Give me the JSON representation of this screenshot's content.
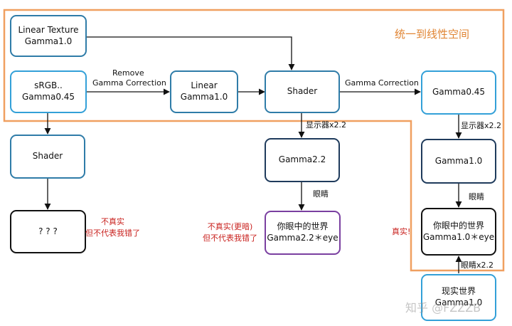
{
  "colors": {
    "region": "#f0a060",
    "arrow": "#111111",
    "warning": "#c9211e"
  },
  "region_label": "统一到线性空间",
  "nodes": {
    "linear_texture": [
      "Linear Texture",
      "Gamma1.0"
    ],
    "srgb": [
      "sRGB..",
      "Gamma0.45"
    ],
    "linear": [
      "Linear",
      "Gamma1.0"
    ],
    "shader_main": [
      "Shader"
    ],
    "gamma045": [
      "Gamma0.45"
    ],
    "shader_left": [
      "Shader"
    ],
    "unknown": [
      "? ? ?"
    ],
    "gamma22": [
      "Gamma2.2"
    ],
    "world_seen_22": [
      "你眼中的世界",
      "Gamma2.2＊eye"
    ],
    "gamma10": [
      "Gamma1.0"
    ],
    "world_seen_10": [
      "你眼中的世界",
      "Gamma1.0＊eye"
    ],
    "real_world": [
      "现实世界",
      "Gamma1.0"
    ]
  },
  "edge_labels": {
    "remove": [
      "Remove",
      "Gamma Correction"
    ],
    "gamma_correction": "Gamma Correction",
    "display_a": "显示器x2.2",
    "display_b": "显示器x2.2",
    "eye_a": "眼睛",
    "eye_b": "眼睛",
    "eye_c": "眼睛x2.2"
  },
  "notes": {
    "unreal": [
      "不真实",
      "但不代表我错了"
    ],
    "unreal_darker": [
      "不真实(更暗)",
      "但不代表我错了"
    ],
    "real": "真实!"
  },
  "watermark": "知乎 @FZZZB"
}
